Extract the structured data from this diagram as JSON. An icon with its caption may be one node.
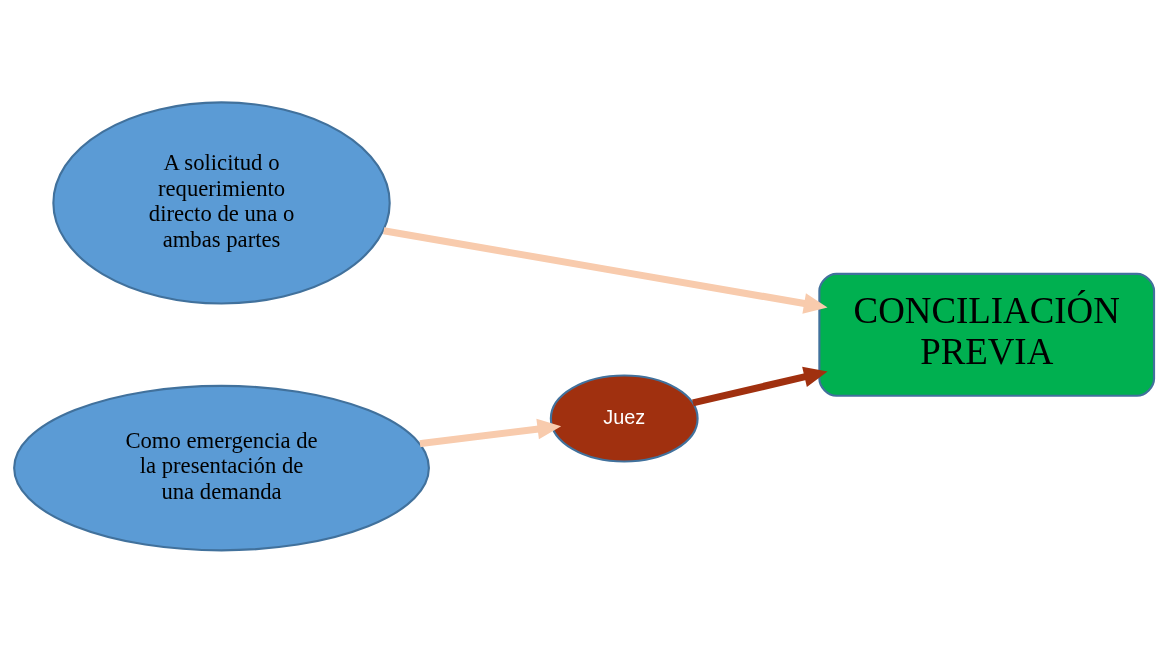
{
  "diagram": {
    "nodes": [
      {
        "text": [
          "A solicitud o requerimiento directo de una o ambas partes"
        ]
      },
      {
        "text": [
          "CONCILIACIÓN PREVIA"
        ]
      },
      {
        "text": [
          "Como emergencia de la presentación de una demanda"
        ]
      },
      {
        "text": [
          "Juez"
        ]
      }
    ],
    "edges": [
      {
        "from": 0,
        "to": 1,
        "arrow": "to"
      },
      {
        "from": 2,
        "to": 3,
        "arrow": "to"
      },
      {
        "from": 3,
        "to": 1,
        "arrow": "to",
        "color": "#a0300f"
      }
    ]
  }
}
